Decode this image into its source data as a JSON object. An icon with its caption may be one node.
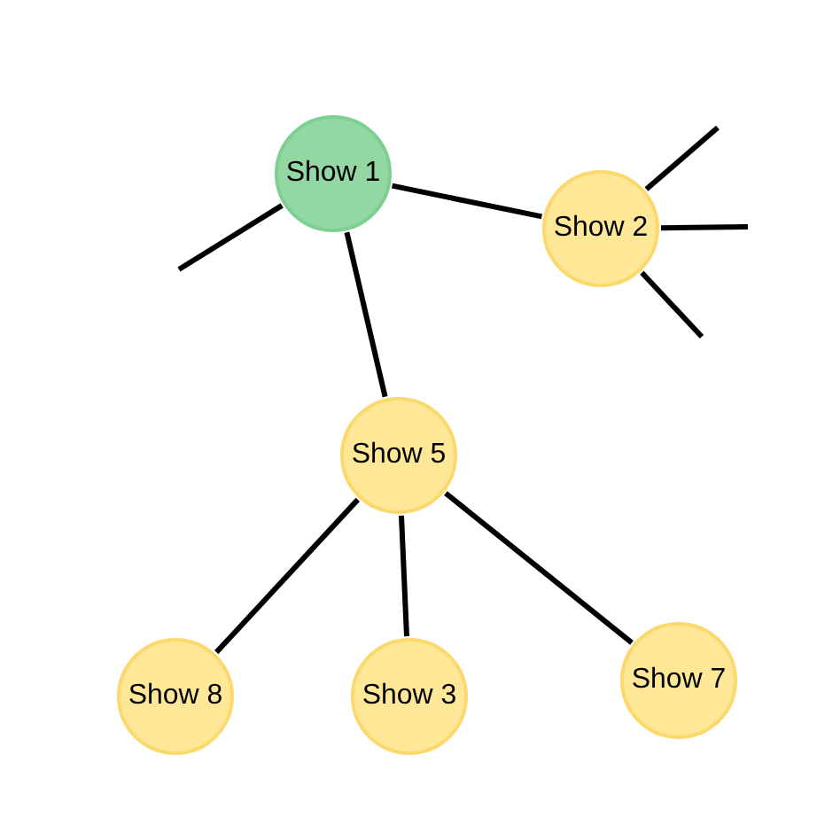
{
  "diagram": {
    "nodes": [
      {
        "text": [
          "Show 1"
        ]
      },
      {
        "text": [
          "Show 2"
        ]
      },
      {
        "text": [
          "Show 5"
        ]
      },
      {
        "text": [
          "Show 8"
        ]
      },
      {
        "text": [
          "Show 3"
        ]
      },
      {
        "text": [
          "Show 7"
        ]
      }
    ],
    "edges": [
      {
        "from": 0,
        "to": 1,
        "arrow": "none"
      },
      {
        "from": 0,
        "to": 2,
        "arrow": "none"
      },
      {
        "from": 2,
        "to": 3,
        "arrow": "none"
      },
      {
        "from": 2,
        "to": 4,
        "arrow": "none"
      },
      {
        "from": 2,
        "to": 5,
        "arrow": "none"
      },
      {
        "from": 0,
        "to": null,
        "arrow": "none"
      },
      {
        "from": 1,
        "to": null,
        "arrow": "none"
      },
      {
        "from": 1,
        "to": null,
        "arrow": "none"
      },
      {
        "from": 1,
        "to": null,
        "arrow": "none"
      }
    ]
  }
}
